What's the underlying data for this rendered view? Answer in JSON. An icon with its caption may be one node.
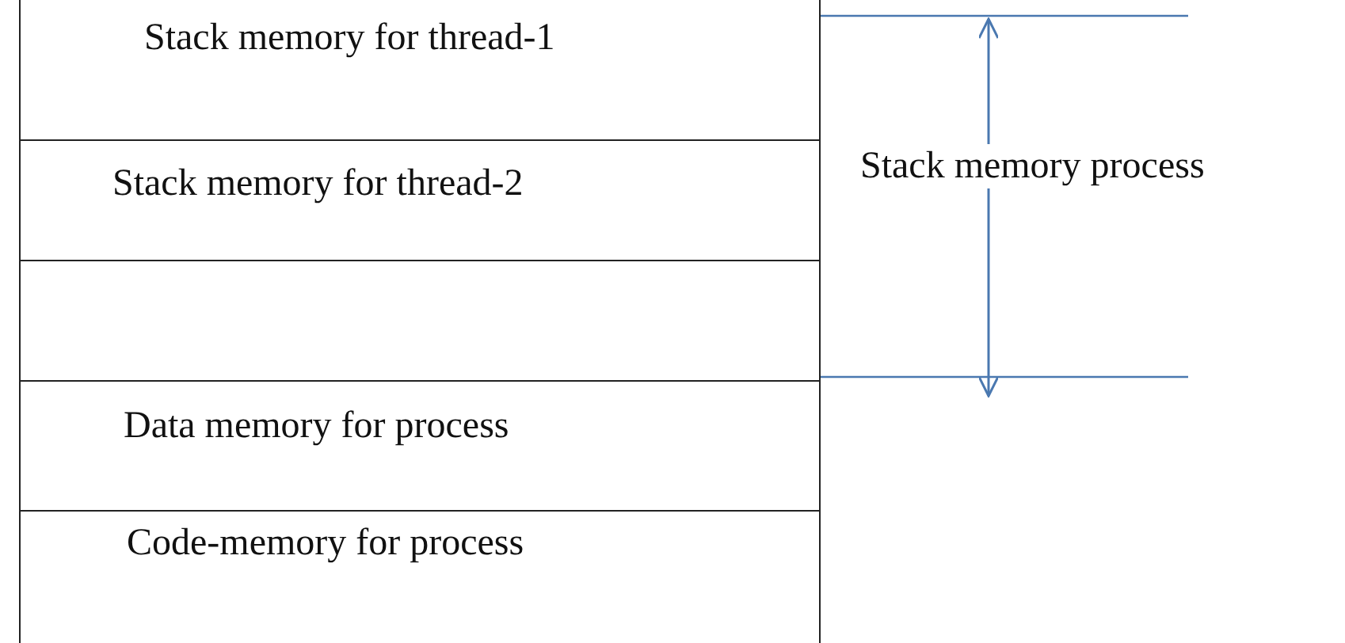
{
  "diagram": {
    "nodes": [
      {
        "text": [
          "Stack memory for thread-1"
        ]
      },
      {
        "text": [
          "Stack memory for thread-2"
        ]
      },
      {
        "text": [],
        "shape": "box"
      },
      {
        "text": [
          "Data memory for process"
        ]
      },
      {
        "text": [
          "Code-memory for process"
        ]
      }
    ],
    "labels": [
      "Stack memory process"
    ]
  }
}
